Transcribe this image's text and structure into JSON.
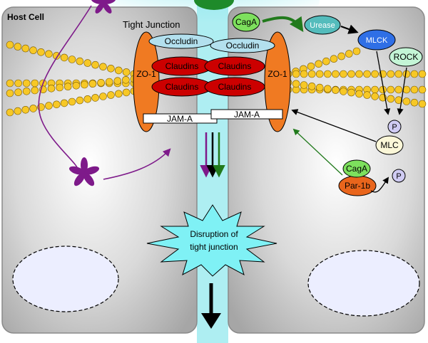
{
  "labels": {
    "host_cell": "Host Cell",
    "tight_junction": "Tight Junction",
    "occludin_left": "Occludin",
    "occludin_right": "Occludin",
    "zo1_left": "ZO-1",
    "zo1_right": "ZO-1",
    "claudins": [
      "Claudins",
      "Claudins",
      "Claudins",
      "Claudins"
    ],
    "jam_left": "JAM-A",
    "jam_right": "JAM-A",
    "caga_top": "CagA",
    "urease": "Urease",
    "mlck": "MLCK",
    "rock": "ROCK",
    "phospho_top": "P",
    "mlc": "MLC",
    "caga_bottom": "CagA",
    "par1b": "Par-1b",
    "phospho_bottom": "P",
    "disruption_line1": "Disruption of",
    "disruption_line2": "tight junction"
  },
  "colors": {
    "cell_gray": "#a9a9a9",
    "channel_cyan": "#aeeef2",
    "zo1_orange": "#f07a22",
    "claudin_red": "#cc0000",
    "occludin_blue": "#b3e0ee",
    "caga_green": "#7de05d",
    "urease_teal": "#54bcbc",
    "mlck_blue": "#2f6fe6",
    "rock_mint": "#c4f5d6",
    "mlc_cream": "#fbf7d8",
    "p_lavender": "#cfcbf3",
    "par1b_orange": "#e9651c",
    "actin_bead": "#f7c826",
    "bacterial_purple": "#7e1a8a",
    "arrow_green": "#217a1c",
    "star_cyan": "#7ff1f5"
  }
}
